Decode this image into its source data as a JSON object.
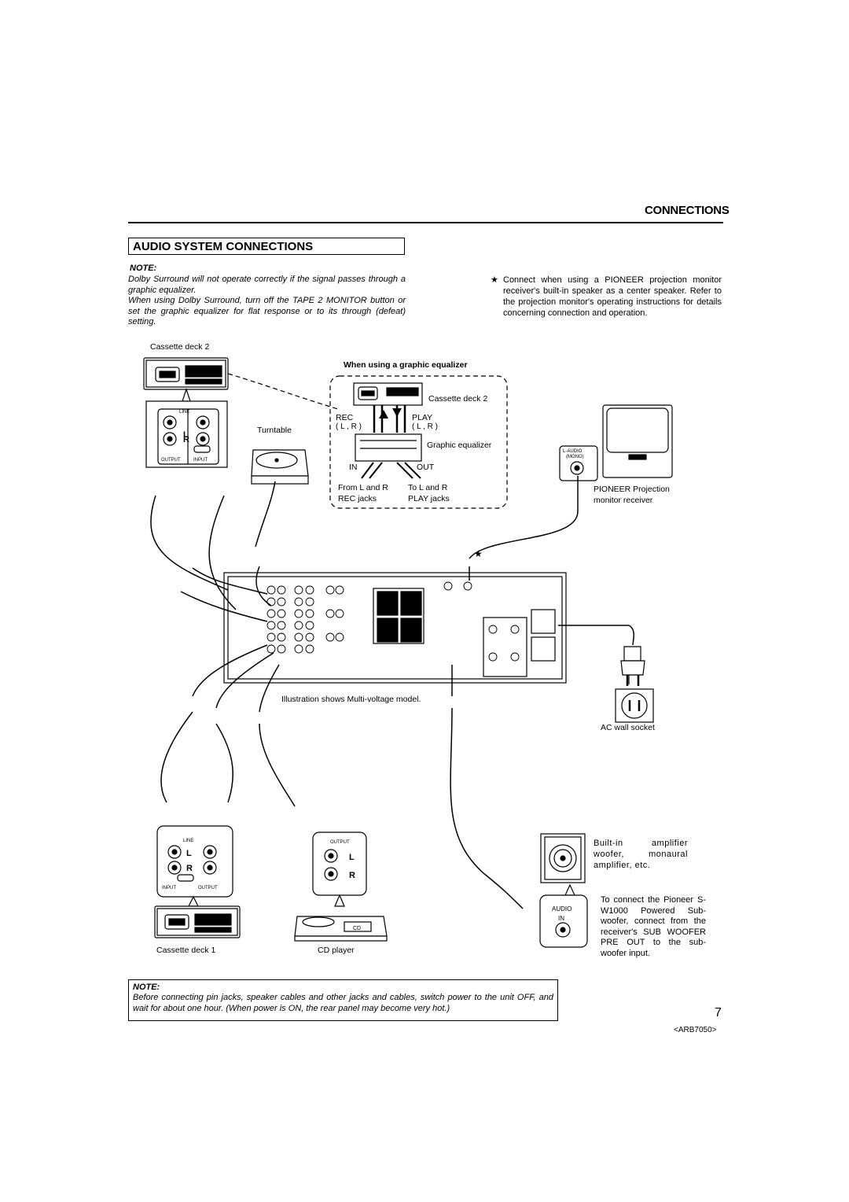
{
  "header": {
    "section": "CONNECTIONS"
  },
  "title": "AUDIO SYSTEM CONNECTIONS",
  "note1": {
    "label": "NOTE:",
    "p1": "Dolby Surround will not operate correctly if the signal passes through a graphic equalizer.",
    "p2": "When using Dolby Surround, turn off the TAPE 2 MONITOR button or set the graphic equalizer for flat response or to its through (defeat) setting."
  },
  "star_note": {
    "star": "★",
    "text": "Connect when using a PIONEER projection monitor receiver's built-in speaker as a center speaker. Refer to the projection monitor's operating instructions for details concerning connection and operation."
  },
  "diagram": {
    "cassette_deck_2_top": "Cassette deck 2",
    "turntable": "Turntable",
    "eq_heading": "When using a graphic equalizer",
    "eq_cassette": "Cassette deck 2",
    "rec": "REC",
    "rec_lr": "( L ,  R )",
    "play": "PLAY",
    "play_lr": "( L ,  R )",
    "graphic_eq": "Graphic equalizer",
    "in": "IN",
    "out": "OUT",
    "from_lr": "From L and R",
    "rec_jacks": "REC jacks",
    "to_lr": "To L and R",
    "play_jacks": "PLAY jacks",
    "pioneer_proj_1": "PIONEER Projection",
    "pioneer_proj_2": "monitor receiver",
    "illustration": "Illustration shows Multi-voltage model.",
    "ac_socket": "AC wall socket",
    "builtin": "Built-in amplifier woofer, monaural amplifier, etc.",
    "to_connect": "To connect the Pioneer S-W1000 Powered Sub-woofer, connect from the receiver's SUB WOOFER PRE OUT to the sub-woofer input.",
    "cassette_deck_1": "Cassette deck 1",
    "cd_player": "CD player",
    "line": "LINE",
    "output": "OUTPUT",
    "input": "INPUT",
    "l": "L",
    "r": "R",
    "audio_in": "AUDIO",
    "audio_in2": "IN",
    "cd": "CD",
    "l_audio": "L-AUDIO",
    "mono": "(MONO)",
    "star_mark": "★"
  },
  "note2": {
    "label": "NOTE:",
    "text": "Before connecting pin jacks, speaker cables and other jacks and cables, switch power to the unit OFF, and wait for about one hour. (When power is ON, the rear panel may become very hot.)"
  },
  "footer": {
    "page": "7",
    "code": "<ARB7050>"
  }
}
